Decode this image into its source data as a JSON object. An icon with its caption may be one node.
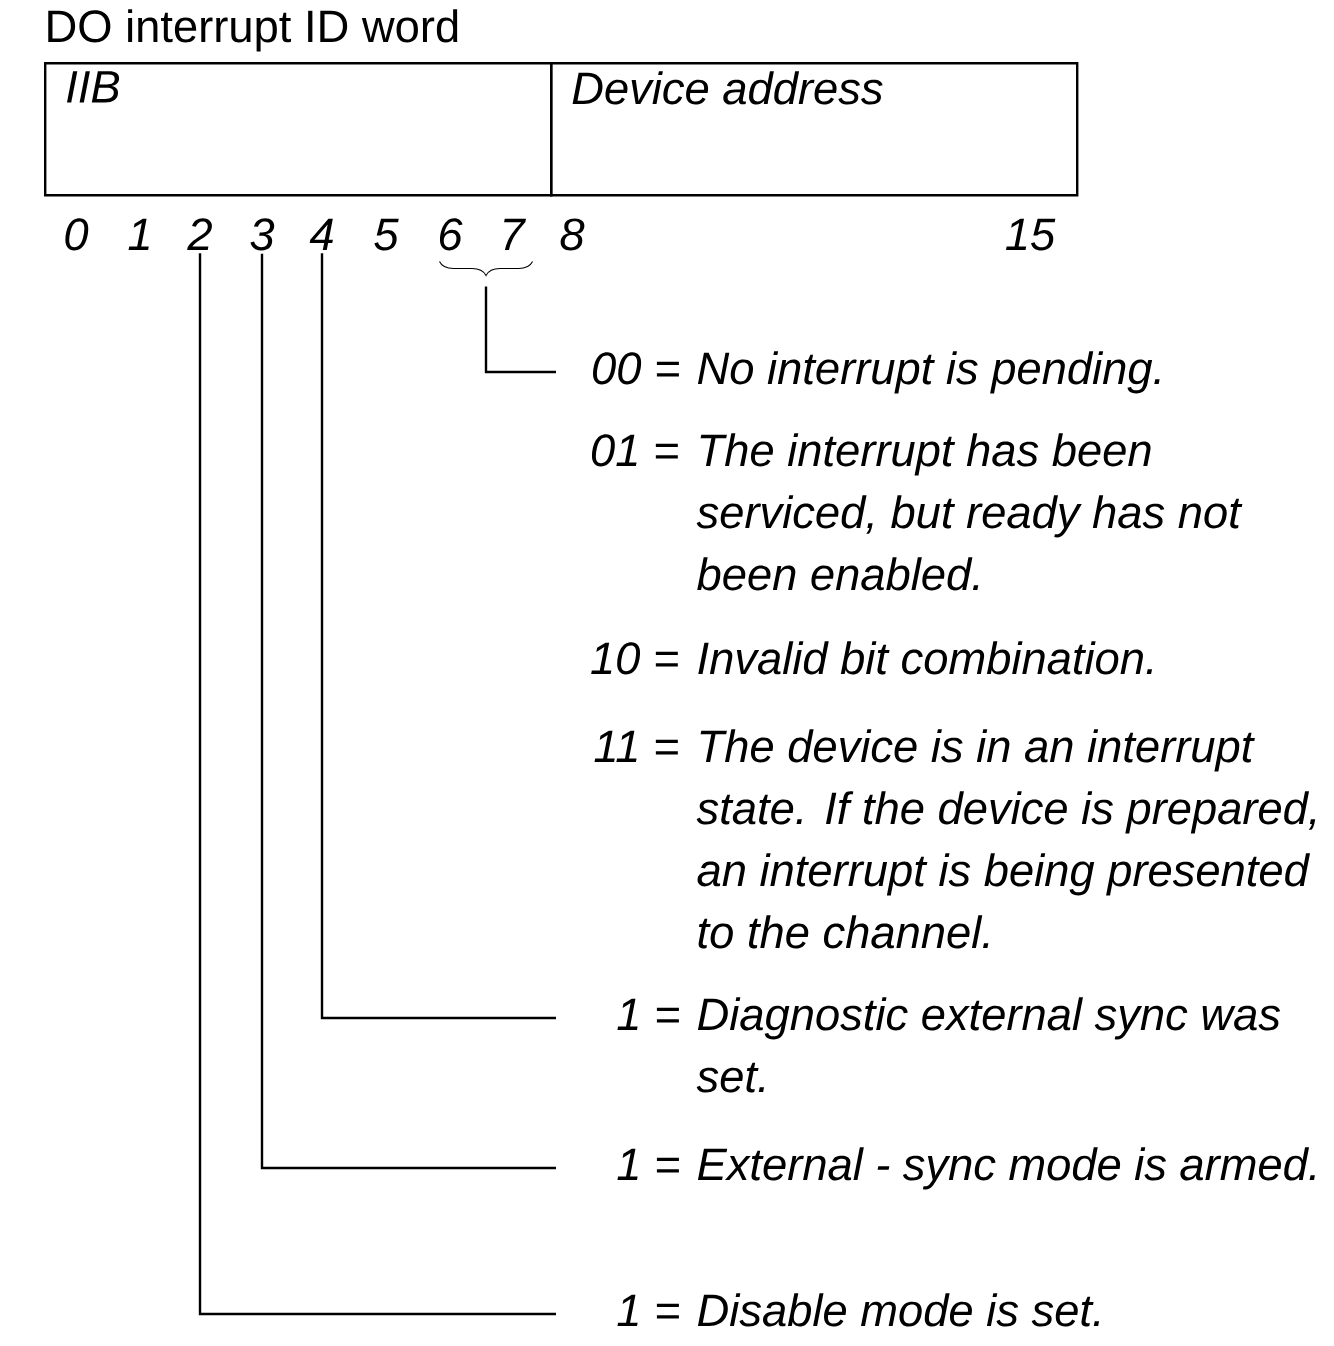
{
  "diagram": {
    "title": "DO interrupt ID word",
    "nodes": [
      {
        "text": [
          "IIB"
        ]
      },
      {
        "text": [
          "Device address"
        ]
      },
      {
        "text": [
          "2"
        ]
      },
      {
        "text": [
          "3"
        ]
      },
      {
        "text": [
          "4"
        ]
      },
      {
        "text": [],
        "shape": "brace"
      },
      {
        "text": [
          "00 =",
          "No interrupt is pending."
        ]
      },
      {
        "text": [
          "1 =",
          "Diagnostic external sync was set."
        ]
      },
      {
        "text": [
          "1 =",
          "External - sync mode is armed."
        ]
      },
      {
        "text": [
          "1 =",
          "Disable mode is set."
        ]
      }
    ],
    "edges": [
      {
        "from": 5,
        "to": 6,
        "arrow": "none"
      },
      {
        "from": 4,
        "to": 7,
        "arrow": "none"
      },
      {
        "from": 3,
        "to": 8,
        "arrow": "none"
      },
      {
        "from": 2,
        "to": 9,
        "arrow": "none"
      }
    ],
    "labels": [
      "0",
      "1",
      "5",
      "6",
      "7",
      "8",
      "15",
      "01 =",
      "The interrupt has been serviced, but ready has not been enabled.",
      "10 =",
      "Invalid bit combination.",
      "11 =",
      "The device is in an interrupt state. If the device is prepared, an interrupt is being presented to the channel."
    ]
  }
}
